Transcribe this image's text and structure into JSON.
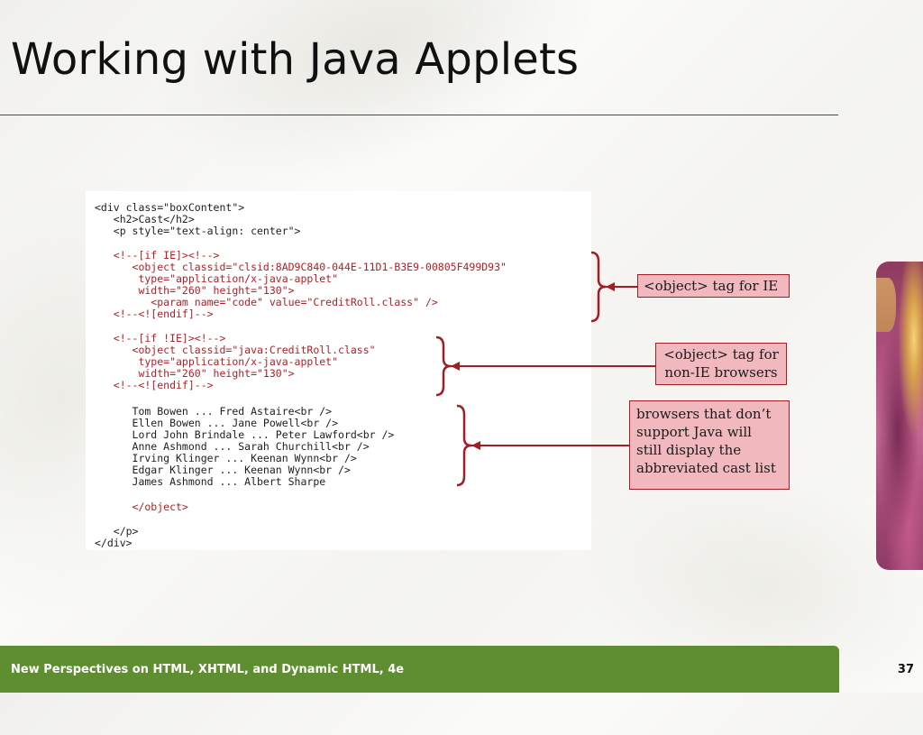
{
  "slide": {
    "title": "Working with Java Applets",
    "footer": "New Perspectives on HTML, XHTML, and Dynamic HTML, 4e",
    "page_number": "37"
  },
  "code": {
    "lines": [
      "<div class=\"boxContent\">",
      "   <h2>Cast</h2>",
      "   <p style=\"text-align: center\">",
      "",
      "   <!--[if IE]><!-->",
      "      <object classid=\"clsid:8AD9C840-044E-11D1-B3E9-00805F499D93\"",
      "       type=\"application/x-java-applet\"",
      "       width=\"260\" height=\"130\">",
      "         <param name=\"code\" value=\"CreditRoll.class\" />",
      "   <!--<![endif]-->",
      "",
      "   <!--[if !IE]><!-->",
      "      <object classid=\"java:CreditRoll.class\"",
      "       type=\"application/x-java-applet\"",
      "       width=\"260\" height=\"130\">",
      "   <!--<![endif]-->",
      "",
      "      Tom Bowen ... Fred Astaire<br />",
      "      Ellen Bowen ... Jane Powell<br />",
      "      Lord John Brindale ... Peter Lawford<br />",
      "      Anne Ashmond ... Sarah Churchill<br />",
      "      Irving Klinger ... Keenan Wynn<br />",
      "      Edgar Klinger ... Keenan Wynn<br />",
      "      James Ashmond ... Albert Sharpe",
      "",
      "      </object>",
      "",
      "   </p>",
      "</div>"
    ]
  },
  "callouts": {
    "ie": "<object> tag for IE",
    "non_ie": "<object> tag for\nnon-IE browsers",
    "no_java": "browsers that don’t\nsupport Java will\nstill display the\nabbreviated cast list"
  },
  "colors": {
    "code_red": "#b32025",
    "callout_fill": "#f1b9bd",
    "callout_border": "#a01e26",
    "footer_green": "#5e8e2f"
  }
}
